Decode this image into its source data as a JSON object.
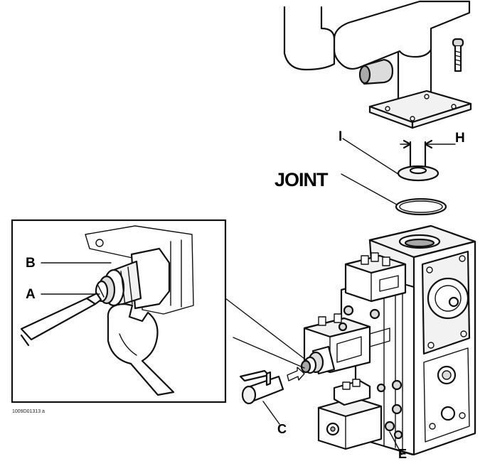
{
  "labels": {
    "b": "B",
    "a": "A",
    "i": "I",
    "h": "H",
    "joint": "JOINT",
    "c": "C",
    "e": "E"
  },
  "figure_code": "1009D01313 a",
  "icons": [
    "screwdriver-icon",
    "wrench-icon",
    "screw-icon",
    "o-ring-icon"
  ]
}
